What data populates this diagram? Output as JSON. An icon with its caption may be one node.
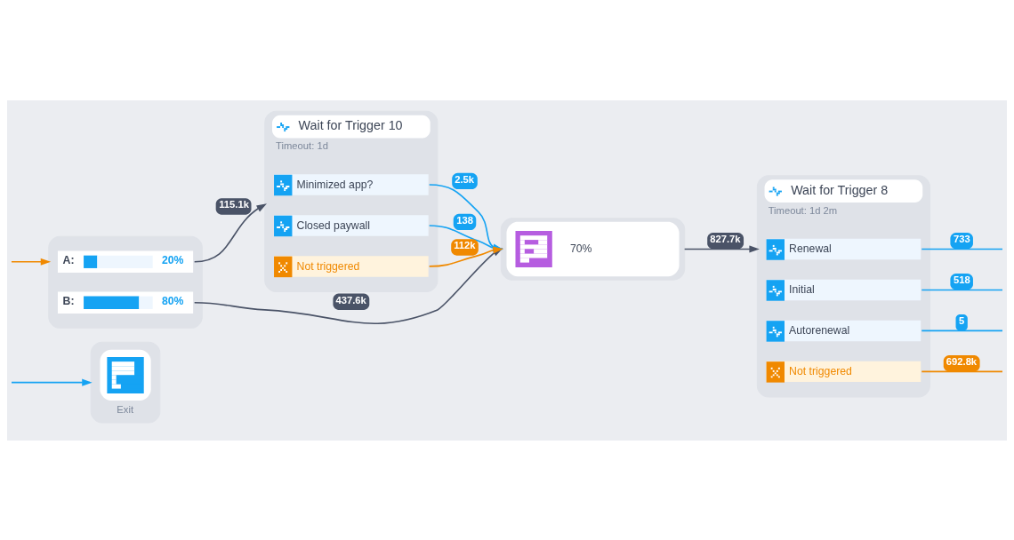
{
  "diagram": {
    "nodes": [
      {
        "text": [
          "Exit"
        ]
      },
      {
        "text": [],
        "shape": "box"
      },
      {
        "text": [
          "A:",
          "20%"
        ],
        "in": 1
      },
      {
        "text": [
          "B:",
          "80%"
        ],
        "in": 1
      },
      {
        "text": [
          "Wait for Trigger 10",
          "Timeout: 1d"
        ]
      },
      {
        "text": [
          "Minimized app?"
        ],
        "in": 4
      },
      {
        "text": [
          "Closed paywall"
        ],
        "in": 4
      },
      {
        "text": [
          "Not triggered"
        ],
        "in": 4
      },
      {
        "text": [
          "70%"
        ]
      },
      {
        "text": [
          "Wait for Trigger 8",
          "Timeout: 1d 2m"
        ]
      },
      {
        "text": [
          "Renewal"
        ],
        "in": 9
      },
      {
        "text": [
          "Initial"
        ],
        "in": 9
      },
      {
        "text": [
          "Autorenewal"
        ],
        "in": 9
      },
      {
        "text": [
          "Not triggered"
        ],
        "in": 9
      }
    ],
    "edges": [
      {
        "from": null,
        "to": 0,
        "arrow": "to"
      },
      {
        "from": null,
        "to": 1,
        "arrow": "to",
        "color": "#f08900"
      },
      {
        "from": 2,
        "to": 4,
        "arrow": "to",
        "label": "115.1k",
        "color": "#4a5367"
      },
      {
        "from": 3,
        "to": 8,
        "arrow": "to",
        "label": "437.6k",
        "color": "#4a5367"
      },
      {
        "from": 5,
        "to": 8,
        "arrow": "to",
        "label": "2.5k"
      },
      {
        "from": 6,
        "to": 8,
        "arrow": "to",
        "label": "138"
      },
      {
        "from": 7,
        "to": 8,
        "arrow": "to",
        "label": "112k",
        "color": "#f08900"
      },
      {
        "from": 8,
        "to": 9,
        "arrow": "to",
        "label": "827.7k",
        "color": "#4a5367"
      },
      {
        "from": 10,
        "to": null,
        "arrow": "none",
        "label": "733"
      },
      {
        "from": 11,
        "to": null,
        "arrow": "none",
        "label": "518"
      },
      {
        "from": 12,
        "to": null,
        "arrow": "none",
        "label": "5"
      },
      {
        "from": 13,
        "to": null,
        "arrow": "none",
        "label": "692.8k",
        "color": "#f08900"
      }
    ]
  }
}
